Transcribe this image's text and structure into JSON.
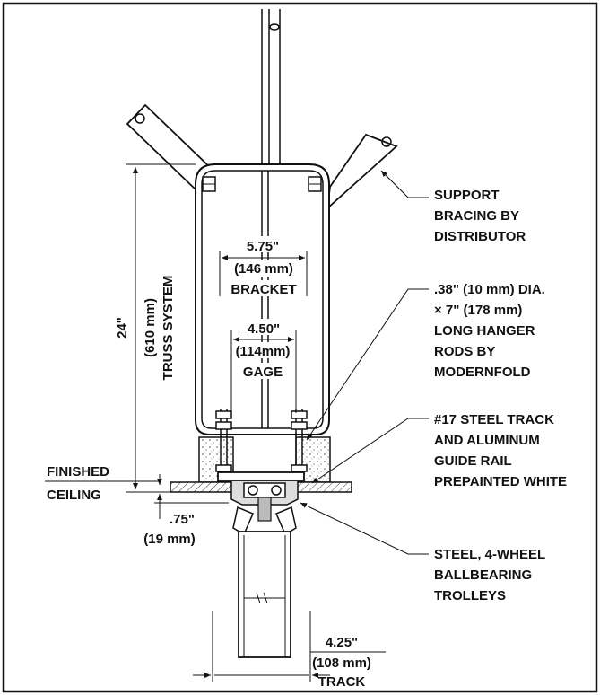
{
  "drawing": {
    "support_bracing": [
      "SUPPORT",
      "BRACING BY",
      "DISTRIBUTOR"
    ],
    "hanger_rods": [
      ".38\" (10 mm) DIA.",
      "× 7\" (178 mm)",
      "LONG HANGER",
      "RODS BY",
      "MODERNFOLD"
    ],
    "steel_track": [
      "#17 STEEL TRACK",
      "AND ALUMINUM",
      "GUIDE RAIL",
      "PREPAINTED WHITE"
    ],
    "trolleys": [
      "STEEL, 4-WHEEL",
      "BALLBEARING",
      "TROLLEYS"
    ],
    "finished_ceiling": [
      "FINISHED",
      "CEILING"
    ],
    "truss": [
      "24\"",
      "(610 mm)",
      "TRUSS SYSTEM"
    ],
    "bracket": [
      "5.75\"",
      "(146 mm)",
      "BRACKET"
    ],
    "gage": [
      "4.50\"",
      "(114mm)",
      "GAGE"
    ],
    "offset": [
      ".75\"",
      "(19 mm)"
    ],
    "track": [
      "4.25\"",
      "(108 mm)",
      "TRACK"
    ]
  }
}
